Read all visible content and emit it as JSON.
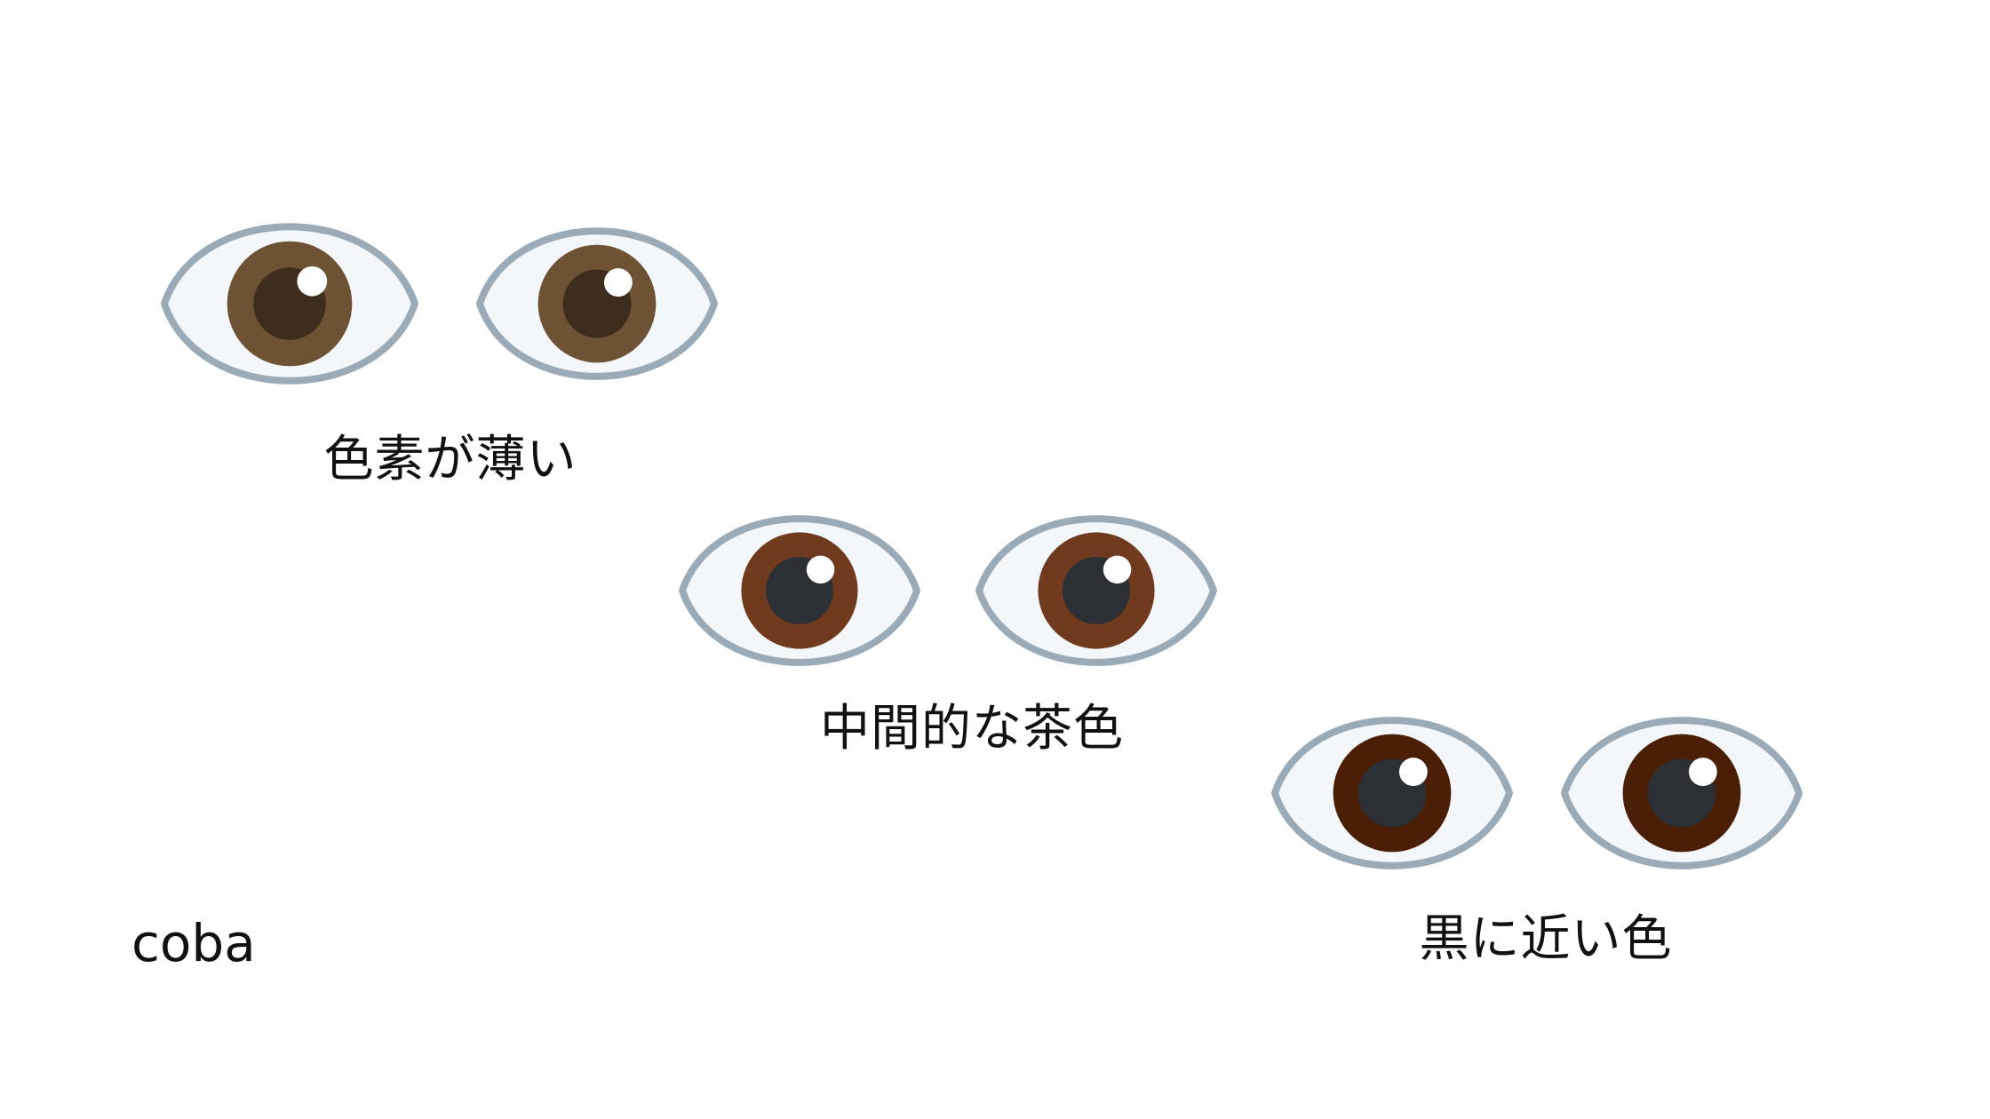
{
  "groups": [
    {
      "caption": "色素が薄い",
      "iris_color": "#6e5234",
      "pupil_color": "#3e2c1d"
    },
    {
      "caption": "中間的な茶色",
      "iris_color": "#6f3a1e",
      "pupil_color": "#2c2f33"
    },
    {
      "caption": "黒に近い色",
      "iris_color": "#4b1e06",
      "pupil_color": "#2c2f33"
    }
  ],
  "colors": {
    "eye_outline": "#9aaab7",
    "sclera": "#f3f7fa",
    "highlight": "#ffffff"
  },
  "brand": "coba"
}
